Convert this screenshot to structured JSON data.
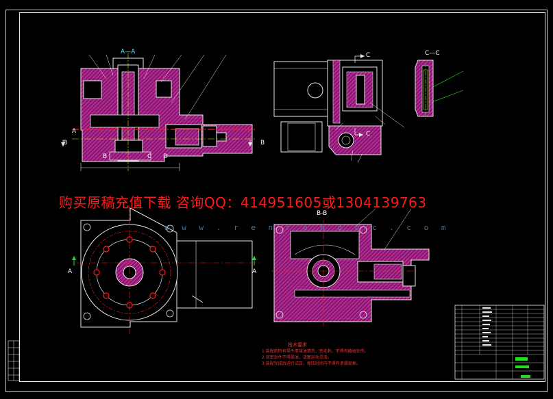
{
  "drawing": {
    "section_labels": {
      "aa": "A—A",
      "cc_left": "C",
      "cc_title": "C—C",
      "cc_bottom": "C",
      "bb": "B-B",
      "a_left": "A",
      "b_left": "B",
      "b_right": "B",
      "b_bottom": "B",
      "c_bottom": "C",
      "d_bottom": "D",
      "a_front_left": "A",
      "a_front_right": "A"
    },
    "watermark": {
      "text": "购买原稿充值下载  咨询QQ：414951605或1304139763",
      "url": "w w w . r e n r e n d o c . c o m"
    },
    "tech_requirements": {
      "title": "技术要求",
      "lines": [
        "1.装配前所有零件用煤油清洗，去毛刺，不得有磕碰划伤。",
        "2.各密封件不得漏油，活塞运动灵活。",
        "3.装配完成后进行试压，保压时间内不得有渗漏现象。"
      ]
    },
    "colors": {
      "background": "#000000",
      "frame": "#e6e6e6",
      "section_fill": "#c0259e",
      "outline": "#e8e8e8",
      "cyan": "#3cf4ff",
      "red": "#ff1a1a",
      "yellow": "#e8e800",
      "green": "#22dd22"
    }
  }
}
